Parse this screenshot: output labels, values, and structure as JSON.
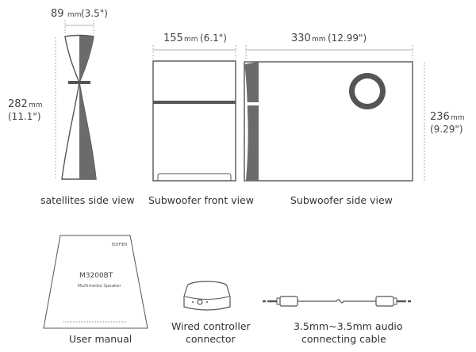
{
  "dimensions": {
    "satellite_width": {
      "value": "89",
      "unit": "mm",
      "inches": "(3.5\")"
    },
    "satellite_height": {
      "value": "282",
      "unit": "mm",
      "inches": "(11.1\")"
    },
    "sub_width": {
      "value": "155",
      "unit": "mm",
      "inches": "(6.1\")"
    },
    "sub_depth": {
      "value": "330",
      "unit": "mm",
      "inches": "(12.99\")"
    },
    "sub_height": {
      "value": "236",
      "unit": "mm",
      "inches": "(9.29\")"
    }
  },
  "views": {
    "satellite_side": "satellites side view",
    "sub_front": "Subwoofer front view",
    "sub_side": "Subwoofer side view"
  },
  "accessories": {
    "manual": {
      "label": "User manual",
      "brand": "EDIFIER",
      "model": "M3200BT",
      "subtitle": "Multimedia Speaker"
    },
    "controller": {
      "label_line1": "Wired controller",
      "label_line2": "connector"
    },
    "cable": {
      "label_line1": "3.5mm~3.5mm audio",
      "label_line2": "connecting cable"
    }
  },
  "colors": {
    "outline": "#555555",
    "dark_panel": "#6b6b6b",
    "dim_line": "#9a9a9a",
    "text": "#333333"
  }
}
